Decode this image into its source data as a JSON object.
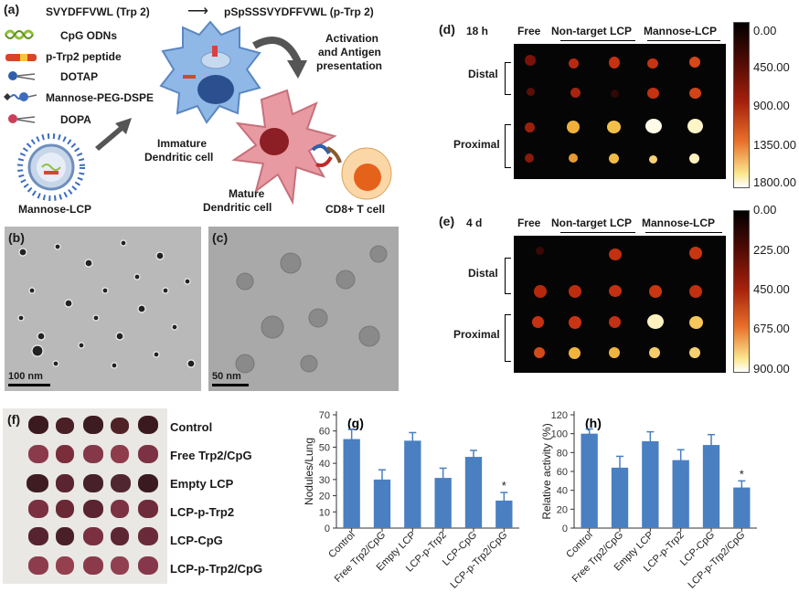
{
  "panel_a": {
    "letter": "(a)",
    "peptide_short": "SVYDFFVWL (Trp 2)",
    "peptide_long": "pSpSSSVYDFFVWL (p-Trp 2)",
    "legend": [
      "CpG ODNs",
      "p-Trp2 peptide",
      "DOTAP",
      "Mannose-PEG-DSPE",
      "DOPA"
    ],
    "nanoparticle_label": "Mannose-LCP",
    "immature_label_1": "Immature",
    "immature_label_2": "Dendritic cell",
    "activation_1": "Activation",
    "activation_2": "and Antigen",
    "activation_3": "presentation",
    "mature_label_1": "Mature",
    "mature_label_2": "Dendritic cell",
    "tcell_label": "CD8+ T cell"
  },
  "panel_b": {
    "letter": "(b)",
    "scale": "100 nm"
  },
  "panel_c": {
    "letter": "(c)",
    "scale": "50 nm"
  },
  "panel_d": {
    "letter": "(d)",
    "time": "18 h",
    "col_free": "Free",
    "col_nontarget": "Non-target LCP",
    "col_mannose": "Mannose-LCP",
    "row_distal": "Distal",
    "row_proximal": "Proximal",
    "colorbar": [
      "0.00",
      "450.00",
      "900.00",
      "1350.00",
      "1800.00"
    ]
  },
  "panel_e": {
    "letter": "(e)",
    "time": "4 d",
    "col_free": "Free",
    "col_nontarget": "Non-target LCP",
    "col_mannose": "Mannose-LCP",
    "row_distal": "Distal",
    "row_proximal": "Proximal",
    "colorbar": [
      "0.00",
      "225.00",
      "450.00",
      "675.00",
      "900.00"
    ]
  },
  "panel_f": {
    "letter": "(f)",
    "rows": [
      "Control",
      "Free Trp2/CpG",
      "Empty LCP",
      "LCP-p-Trp2",
      "LCP-CpG",
      "LCP-p-Trp2/CpG"
    ]
  },
  "chart_data": [
    {
      "type": "bar",
      "panel": "(g)",
      "ylabel": "Nodules/Lung",
      "categories": [
        "Control",
        "Free Trp2/CpG",
        "Empty LCP",
        "LCP-p-Trp2",
        "LCP-CpG",
        "LCP-p-Trp2/CpG"
      ],
      "values": [
        55,
        30,
        54,
        31,
        44,
        17
      ],
      "errors": [
        6,
        6,
        5,
        6,
        4,
        5
      ],
      "yticks": [
        "0",
        "10",
        "20",
        "30",
        "40",
        "50",
        "60",
        "70"
      ],
      "ylim": [
        0,
        70
      ],
      "annotation": "*",
      "bar_color": "#4a7fc1"
    },
    {
      "type": "bar",
      "panel": "(h)",
      "ylabel": "Relative activity (%)",
      "categories": [
        "Control",
        "Free Trp2/CpG",
        "Empty LCP",
        "LCP-p-Trp2",
        "LCP-CpG",
        "LCP-p-Trp2/CpG"
      ],
      "values": [
        100,
        64,
        92,
        72,
        88,
        43
      ],
      "errors": [
        5,
        12,
        10,
        11,
        11,
        7
      ],
      "yticks": [
        "0",
        "20",
        "40",
        "60",
        "80",
        "100",
        "120"
      ],
      "ylim": [
        0,
        120
      ],
      "annotation": "*",
      "bar_color": "#4a7fc1"
    }
  ]
}
